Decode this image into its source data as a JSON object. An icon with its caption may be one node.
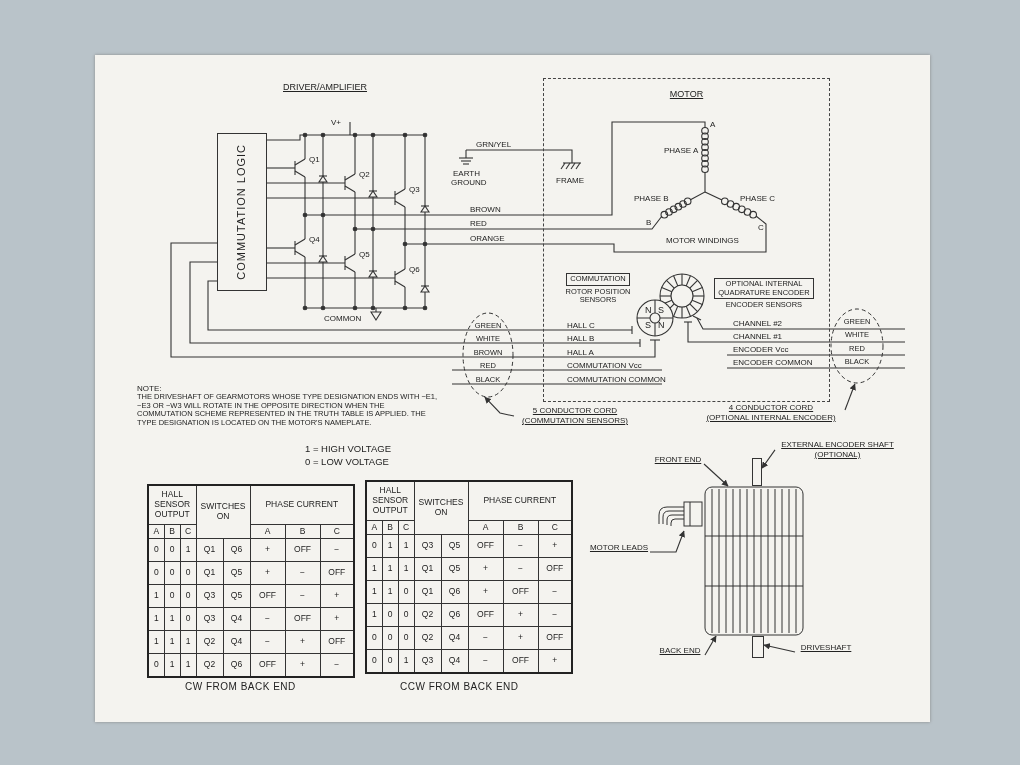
{
  "diagram": {
    "nodes": [
      {
        "text": [
          "COMMUTATION LOGIC"
        ]
      },
      {
        "text": [
          "MOTOR"
        ]
      },
      {
        "text": [
          "COMMUTATION",
          "ROTOR POSITION SENSORS"
        ],
        "in": 1
      },
      {
        "text": [
          "OPTIONAL INTERNAL QUADRATURE ENCODER",
          "ENCODER SENSORS"
        ],
        "in": 1
      },
      {
        "text": [
          "GREEN",
          "WHITE",
          "BROWN",
          "RED",
          "BLACK"
        ]
      },
      {
        "text": [
          "5 CONDUCTOR CORD",
          "(COMMUTATION SENSORS)"
        ]
      },
      {
        "text": [
          "GREEN",
          "WHITE",
          "RED",
          "BLACK"
        ]
      },
      {
        "text": [
          "4 CONDUCTOR CORD",
          "(OPTIONAL INTERNAL ENCODER)"
        ]
      },
      {
        "text": [
          "FRONT END"
        ]
      },
      {
        "text": [
          "EXTERNAL ENCODER SHAFT",
          "(OPTIONAL)"
        ]
      },
      {
        "text": [],
        "shape": "picture"
      },
      {
        "text": [],
        "shape": "bar"
      },
      {
        "text": [],
        "shape": "picture"
      },
      {
        "text": [],
        "shape": "bar"
      },
      {
        "text": [
          "MOTOR LEADS"
        ]
      },
      {
        "text": [
          "BACK END"
        ]
      },
      {
        "text": [
          "DRIVESHAFT"
        ]
      }
    ],
    "edges": [
      {
        "from": 5,
        "to": 4,
        "arrow": "to"
      },
      {
        "from": 7,
        "to": 6,
        "arrow": "to"
      },
      {
        "from": 8,
        "to": 12,
        "arrow": "to"
      },
      {
        "from": 9,
        "to": 11,
        "arrow": "to"
      },
      {
        "from": 14,
        "to": 10,
        "arrow": "to"
      },
      {
        "from": 15,
        "to": 12,
        "arrow": "to"
      },
      {
        "from": 16,
        "to": 13,
        "arrow": "to"
      }
    ],
    "labels": [
      "DRIVER/AMPLIFIER",
      "V+",
      "Q1",
      "Q2",
      "Q3",
      "Q4",
      "Q5",
      "Q6",
      "COMMON",
      "GRN/YEL",
      "EARTH GROUND",
      "FRAME",
      "BROWN",
      "RED",
      "ORANGE",
      "A",
      "PHASE A",
      "PHASE B",
      "PHASE C",
      "B",
      "C",
      "MOTOR WINDINGS",
      "N",
      "S",
      "HALL C",
      "S",
      "N",
      "HALL B",
      "HALL A",
      "COMMUTATION Vcc",
      "COMMUTATION COMMON",
      "CHANNEL #2",
      "CHANNEL #1",
      "ENCODER Vcc",
      "ENCODER COMMON",
      "NOTE:",
      "THE DRIVESHAFT OF GEARMOTORS WHOSE TYPE DESIGNATION ENDS WITH −E1, −E3 OR −W3 WILL ROTATE IN THE OPPOSITE DIRECTION WHEN THE COMMUTATION SCHEME REPRESENTED IN THE TRUTH TABLE IS APPLIED. THE TYPE DESIGNATION IS LOCATED ON THE MOTOR'S NAMEPLATE.",
      "1 = HIGH VOLTAGE",
      "0 = LOW VOLTAGE",
      "HALL SENSOR OUTPUT",
      "SWITCHES ON",
      "PHASE CURRENT",
      "A",
      "B",
      "C",
      "A",
      "B",
      "C",
      "0",
      "0",
      "1",
      "Q1",
      "Q6",
      "+",
      "OFF",
      "−",
      "0",
      "0",
      "0",
      "Q1",
      "Q5",
      "+",
      "−",
      "OFF",
      "1",
      "0",
      "0",
      "Q3",
      "Q5",
      "OFF",
      "−",
      "+",
      "1",
      "1",
      "0",
      "Q3",
      "Q4",
      "−",
      "OFF",
      "+",
      "1",
      "1",
      "1",
      "Q2",
      "Q4",
      "−",
      "+",
      "OFF",
      "0",
      "1",
      "1",
      "Q2",
      "Q6",
      "OFF",
      "+",
      "−",
      "CW FROM BACK END",
      "HALL SENSOR OUTPUT",
      "SWITCHES ON",
      "PHASE CURRENT",
      "A",
      "B",
      "C",
      "A",
      "B",
      "C",
      "0",
      "1",
      "1",
      "Q3",
      "Q5",
      "OFF",
      "−",
      "+",
      "1",
      "1",
      "1",
      "Q1",
      "Q5",
      "+",
      "−",
      "OFF",
      "1",
      "1",
      "0",
      "Q1",
      "Q6",
      "+",
      "OFF",
      "−",
      "1",
      "0",
      "0",
      "Q2",
      "Q6",
      "OFF",
      "+",
      "−",
      "0",
      "0",
      "0",
      "Q2",
      "Q4",
      "−",
      "+",
      "OFF",
      "0",
      "0",
      "1",
      "Q3",
      "Q4",
      "−",
      "OFF",
      "+",
      "CCW FROM BACK END"
    ]
  }
}
